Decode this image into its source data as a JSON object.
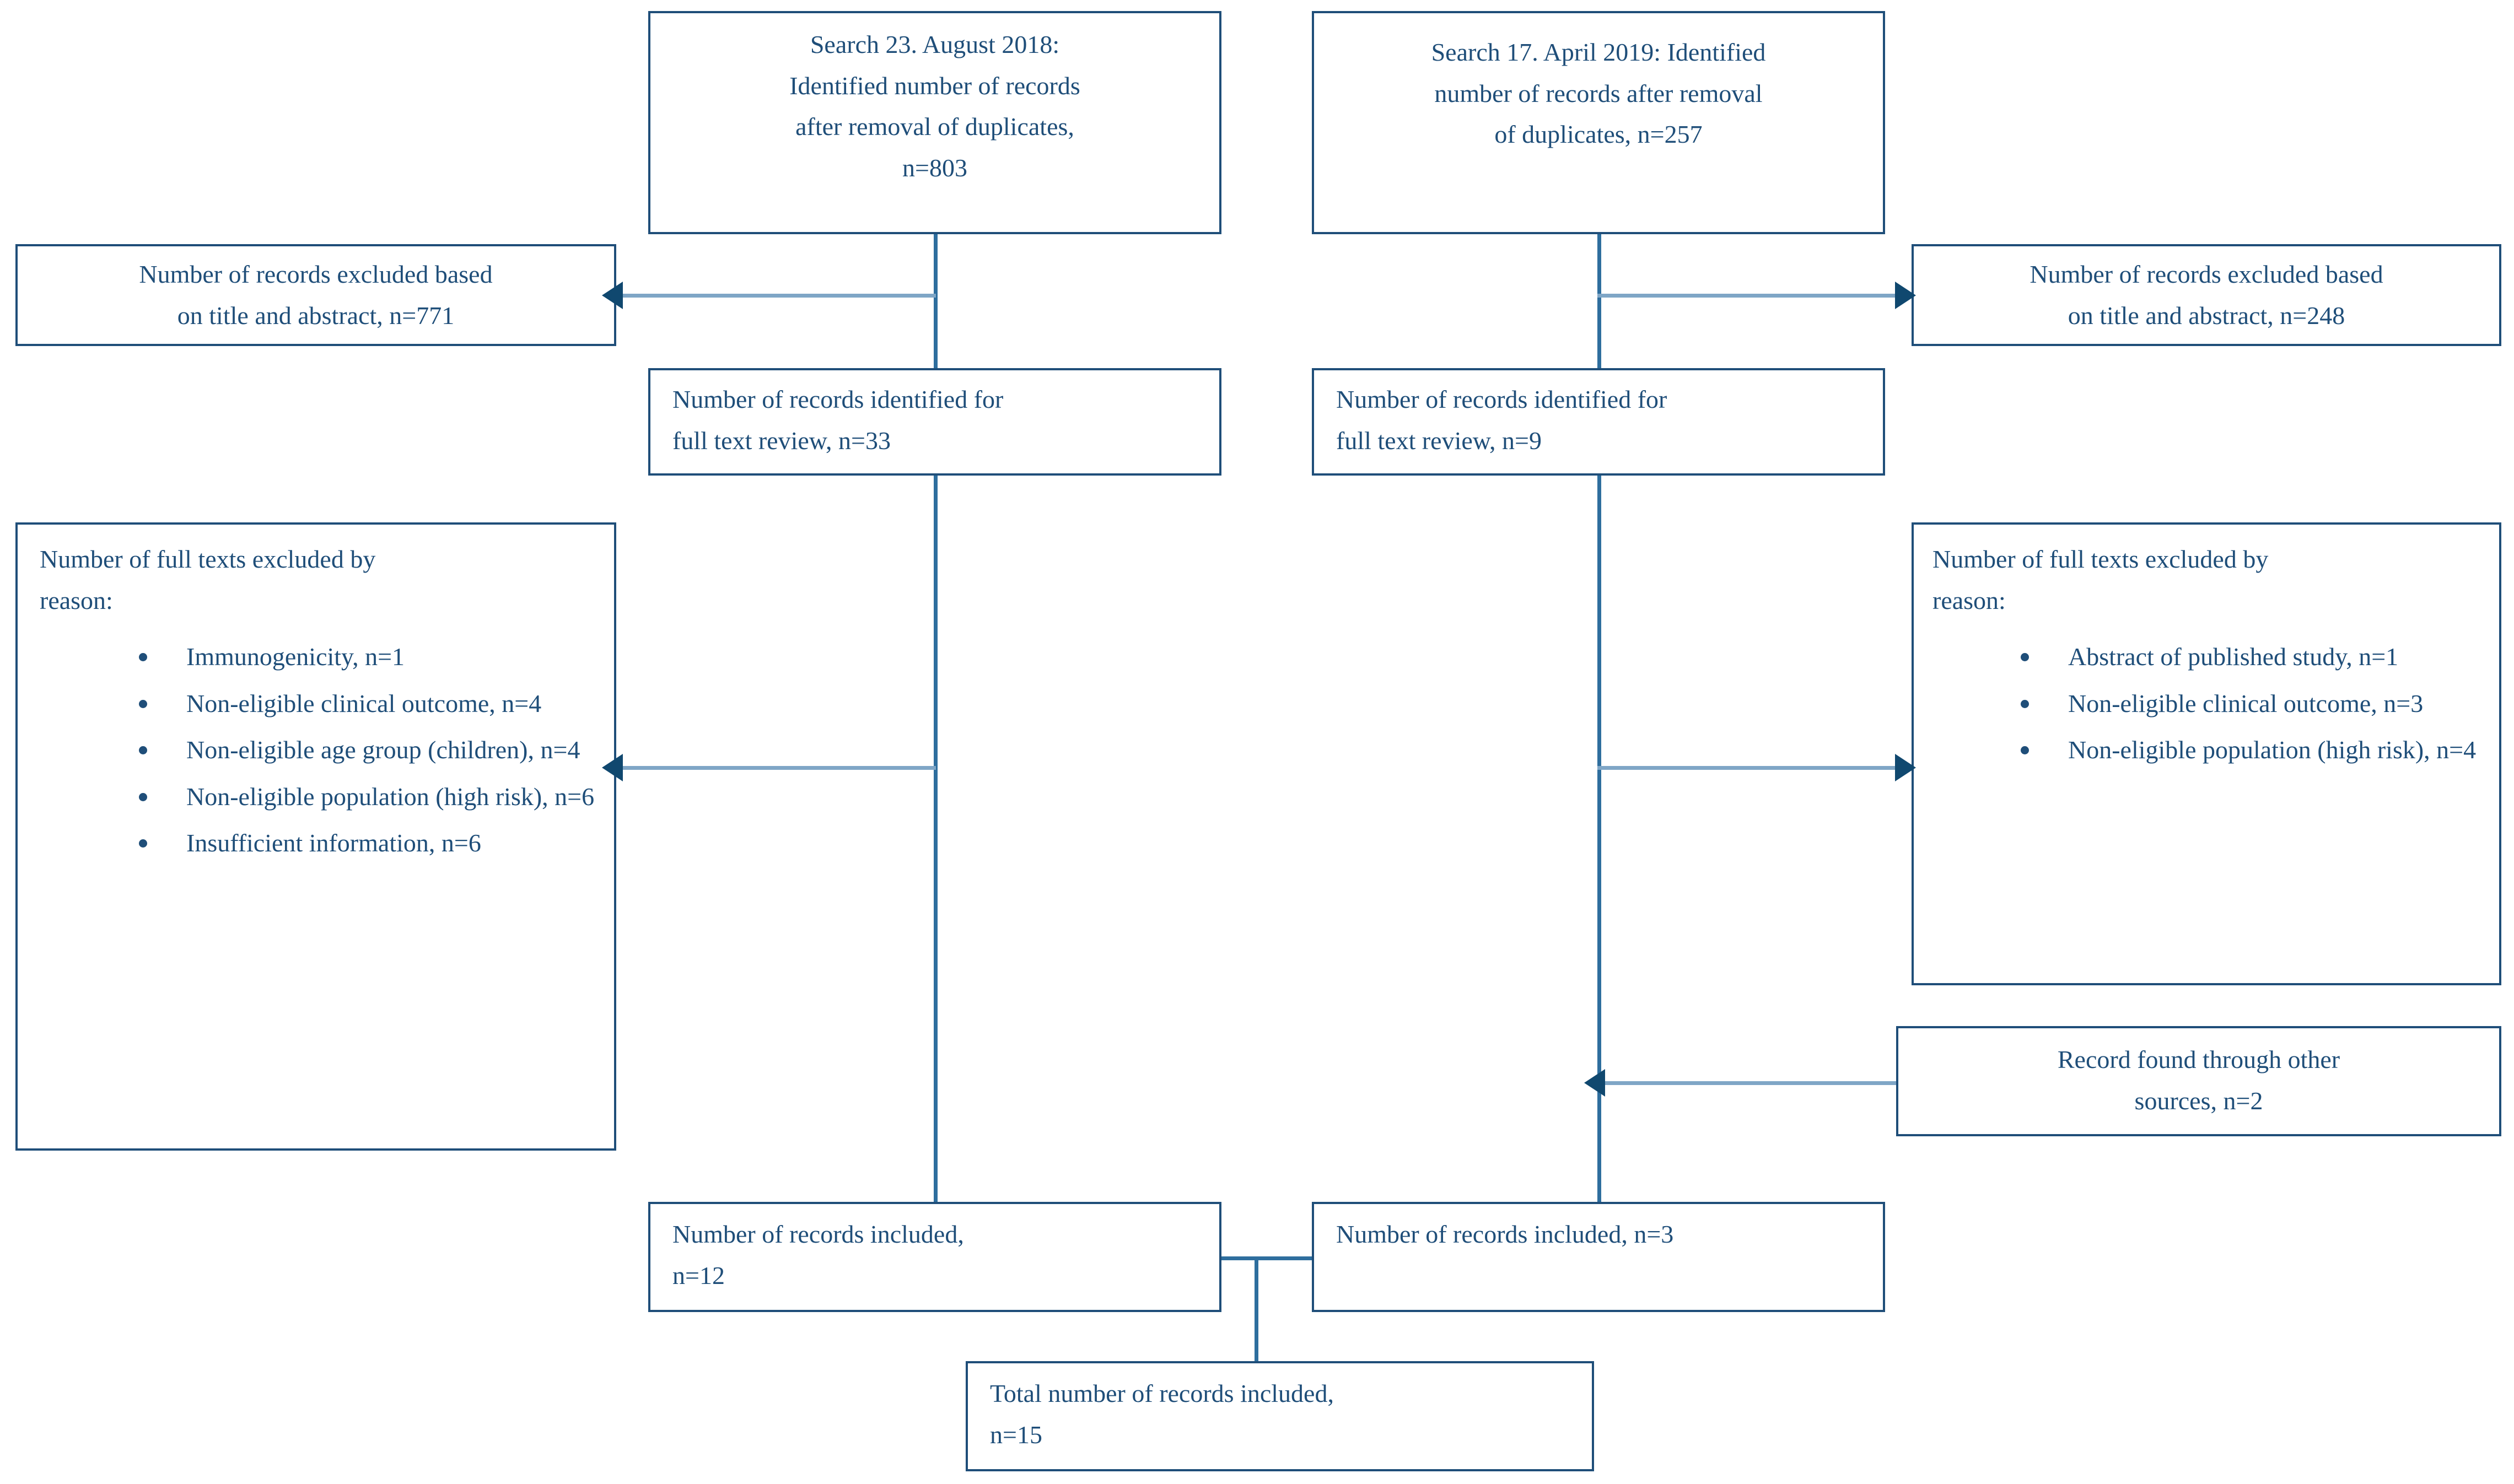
{
  "diagram": {
    "title": "PRISMA study selection flow diagram",
    "accent_color": "#1F4E79",
    "connector_color": "#7FA6C6",
    "arrowhead_color": "#10486F"
  },
  "boxes": {
    "search_2018": {
      "line1": "Search 23. August 2018:",
      "line2": "Identified number of records",
      "line3": "after removal of duplicates,",
      "line4": "n=803"
    },
    "search_2019": {
      "line1": "Search 17. April 2019: Identified",
      "line2": "number of records after removal",
      "line3": "of duplicates, n=257"
    },
    "excluded_title_abstract_left": {
      "line1": "Number of records excluded based",
      "line2": "on title and abstract, n=771"
    },
    "excluded_title_abstract_right": {
      "line1": "Number of records excluded based",
      "line2": "on title and abstract, n=248"
    },
    "fulltext_review_left": {
      "line1": "Number of records identified for",
      "line2": "full text review, n=33"
    },
    "fulltext_review_right": {
      "line1": "Number of records identified for",
      "line2": "full text review, n=9"
    },
    "fulltext_excluded_left": {
      "heading_line1": "Number of full texts excluded by",
      "heading_line2": "reason:",
      "reasons": [
        "Immunogenicity, n=1",
        "Non-eligible clinical outcome, n=4",
        "Non-eligible age group (children), n=4",
        "Non-eligible population (high risk), n=6",
        "Insufficient information, n=6"
      ]
    },
    "fulltext_excluded_right": {
      "heading_line1": "Number of full texts excluded by",
      "heading_line2": "reason:",
      "reasons": [
        "Abstract of published study, n=1",
        "Non-eligible clinical outcome, n=3",
        "Non-eligible population (high risk), n=4"
      ]
    },
    "other_sources": {
      "line1": "Record found through other",
      "line2": "sources, n=2"
    },
    "included_left": {
      "line1": "Number of records included,",
      "line2": "n=12"
    },
    "included_right": {
      "line1": "Number of records included, n=3"
    },
    "total_included": {
      "line1": "Total number of records included,",
      "line2": "n=15"
    }
  }
}
